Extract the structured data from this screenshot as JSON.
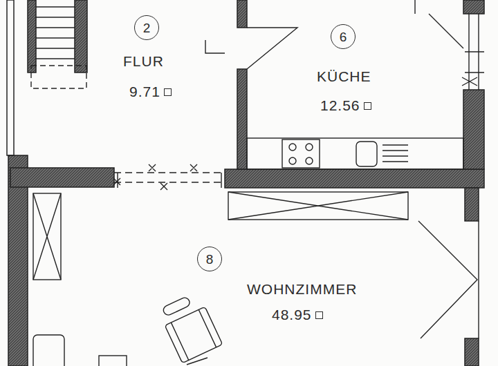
{
  "diagram": {
    "nodes": [
      {
        "text": [
          "FLUR",
          "9.71"
        ]
      },
      {
        "text": [
          "2"
        ],
        "in": 0
      },
      {
        "text": [
          "KÜCHE",
          "12.56"
        ]
      },
      {
        "text": [
          "6"
        ],
        "in": 2
      },
      {
        "text": [
          "WOHNZIMMER",
          "48.95"
        ]
      },
      {
        "text": [
          "8"
        ],
        "in": 4
      }
    ]
  }
}
